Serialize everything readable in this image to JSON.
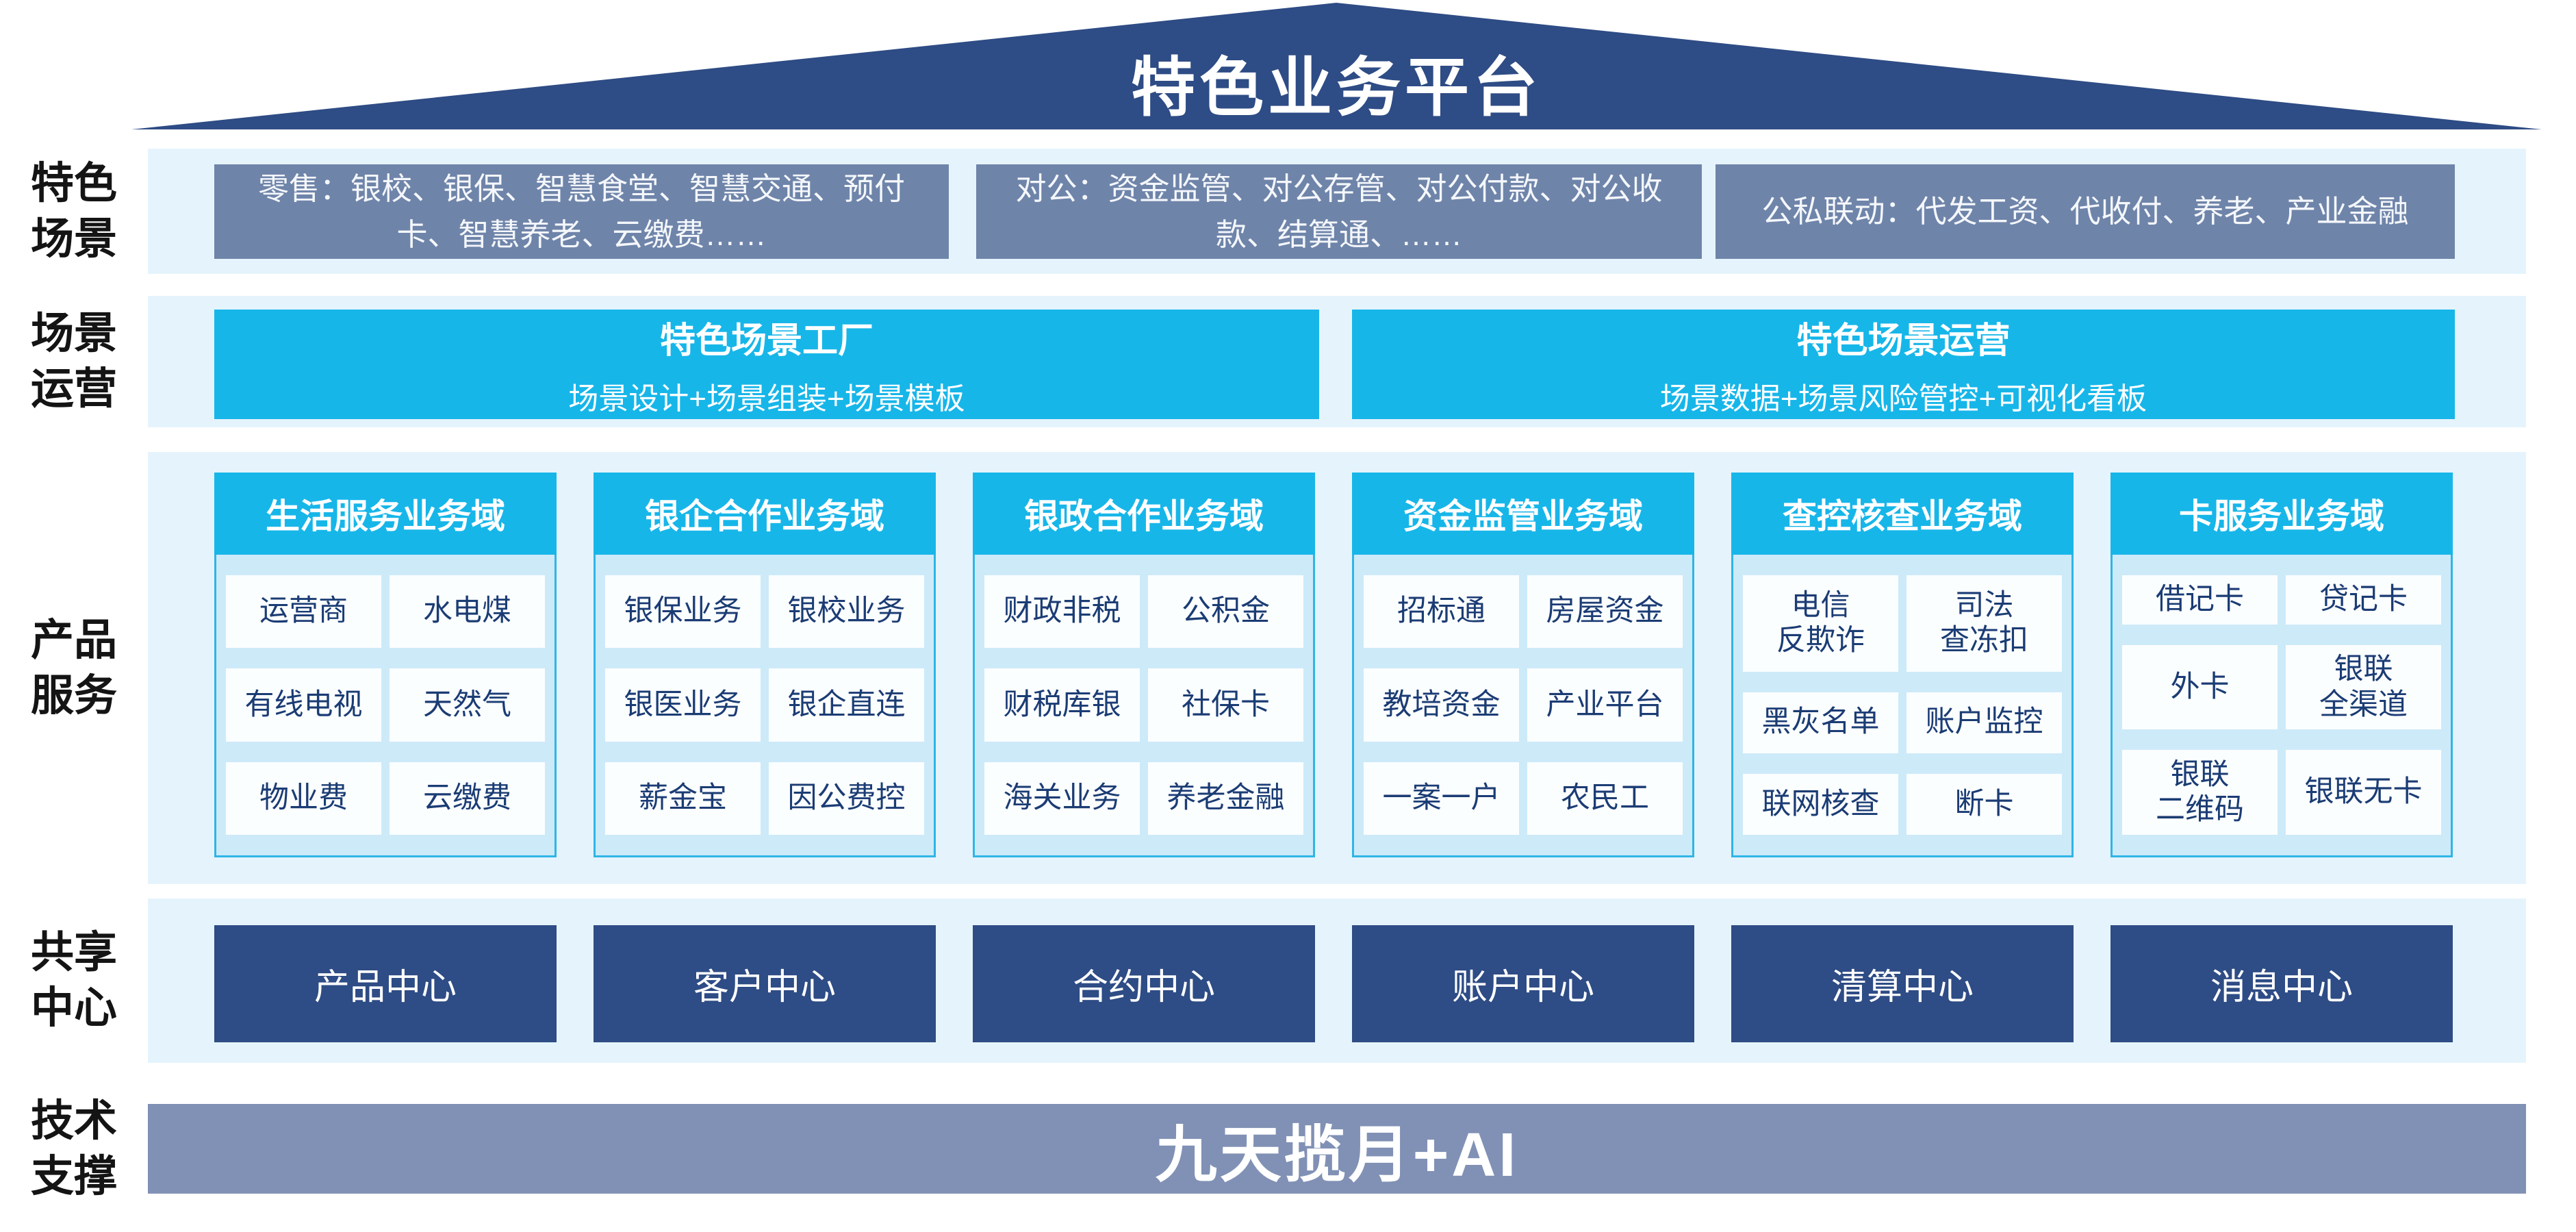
{
  "diagram": {
    "title": "特色业务平台",
    "left_labels": [
      "特色\n场景",
      "场景\n运营",
      "产品\n服务",
      "共享\n中心",
      "技术\n支撑"
    ],
    "scene_row": {
      "boxes": [
        "零售：银校、银保、智慧食堂、智慧交通、预付卡、智慧养老、云缴费……",
        "对公：资金监管、对公存管、对公付款、对公收款、结算通、……",
        "公私联动：代发工资、代收付、养老、产业金融"
      ]
    },
    "operation_row": {
      "boxes": [
        {
          "title": "特色场景工厂",
          "subtitle": "场景设计+场景组装+场景模板"
        },
        {
          "title": "特色场景运营",
          "subtitle": "场景数据+场景风险管控+可视化看板"
        }
      ]
    },
    "product_columns": [
      {
        "header": "生活服务业务域",
        "items": [
          "运营商",
          "水电煤",
          "有线电视",
          "天然气",
          "物业费",
          "云缴费"
        ]
      },
      {
        "header": "银企合作业务域",
        "items": [
          "银保业务",
          "银校业务",
          "银医业务",
          "银企直连",
          "薪金宝",
          "因公费控"
        ]
      },
      {
        "header": "银政合作业务域",
        "items": [
          "财政非税",
          "公积金",
          "财税库银",
          "社保卡",
          "海关业务",
          "养老金融"
        ]
      },
      {
        "header": "资金监管业务域",
        "items": [
          "招标通",
          "房屋资金",
          "教培资金",
          "产业平台",
          "一案一户",
          "农民工"
        ]
      },
      {
        "header": "查控核查业务域",
        "items": [
          "电信\n反欺诈",
          "司法\n查冻扣",
          "黑灰名单",
          "账户监控",
          "联网核查",
          "断卡"
        ]
      },
      {
        "header": "卡服务业务域",
        "items": [
          "借记卡",
          "贷记卡",
          "外卡",
          "银联\n全渠道",
          "银联\n二维码",
          "银联无卡"
        ]
      }
    ],
    "shared_centers": [
      "产品中心",
      "客户中心",
      "合约中心",
      "账户中心",
      "清算中心",
      "消息中心"
    ],
    "tech_support": "九天揽月+AI",
    "colors": {
      "roof": "#2E4C85",
      "scene_box": "#6F84A9",
      "accent_cyan": "#17B6E9",
      "band_bg": "#E5F4FC",
      "column_body_bg": "#CDEAF9",
      "column_border": "#2FB5E6",
      "cell_bg": "#FBFEFF",
      "cell_text": "#1B3C74",
      "center_box": "#2E4C85",
      "tech_band": "#8191B5"
    }
  }
}
